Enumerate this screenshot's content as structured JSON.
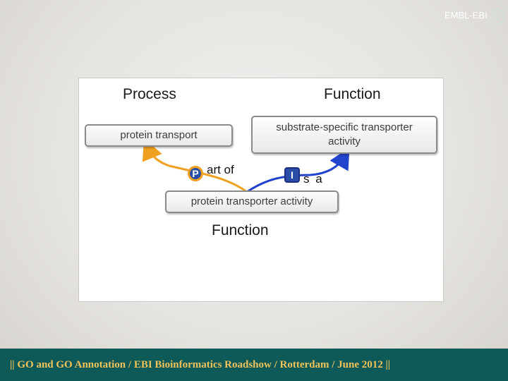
{
  "diagram": {
    "headings": {
      "process": "Process",
      "function_top": "Function",
      "function_bottom": "Function"
    },
    "nodes": {
      "protein_transport": "protein transport",
      "substrate_specific": "substrate-specific transporter activity",
      "protein_transporter": "protein transporter activity"
    },
    "relations": {
      "part_of": {
        "badge": "P",
        "label": "art of",
        "color": "#f0a020"
      },
      "is_a": {
        "badge": "I",
        "label": "s a",
        "color": "#2244cc"
      }
    }
  },
  "footer": {
    "text": "|| GO and GO Annotation / EBI Bioinformatics Roadshow / Rotterdam / June 2012 ||",
    "logo": "EMBL-EBI",
    "background": "#0e5a58",
    "accent": "#f0c35a"
  }
}
